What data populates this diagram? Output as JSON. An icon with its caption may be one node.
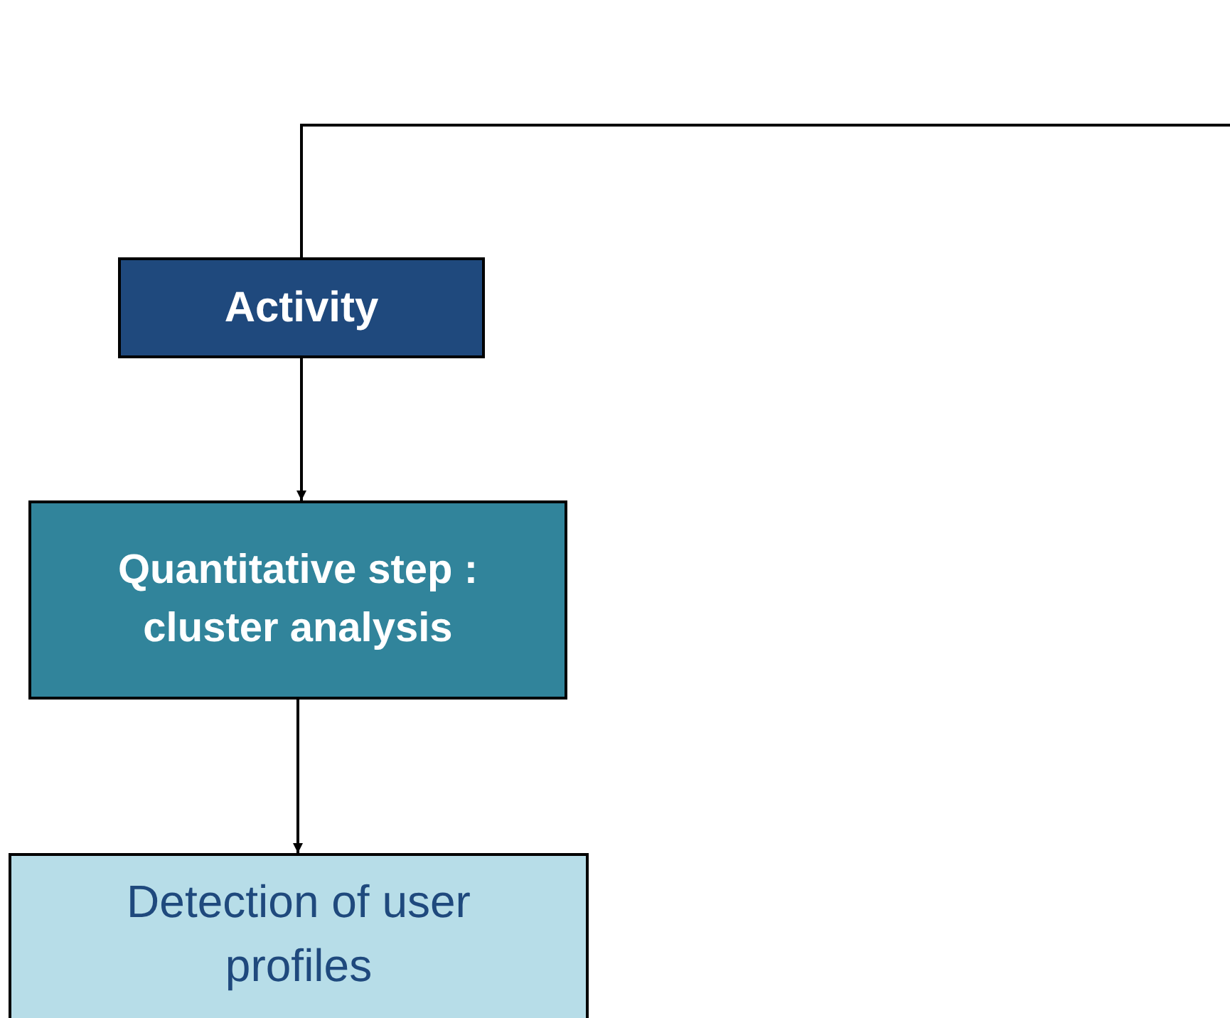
{
  "diagram": {
    "nodes": [
      {
        "text": [
          "Activity"
        ]
      },
      {
        "text": [
          "Quantitative step : cluster analysis"
        ]
      },
      {
        "text": [
          "Detection of user profiles"
        ]
      }
    ],
    "edges": [
      {
        "from": 0,
        "to": null,
        "arrow": "none"
      },
      {
        "from": 0,
        "to": 1,
        "arrow": "to"
      },
      {
        "from": 1,
        "to": 2,
        "arrow": "to"
      }
    ]
  }
}
